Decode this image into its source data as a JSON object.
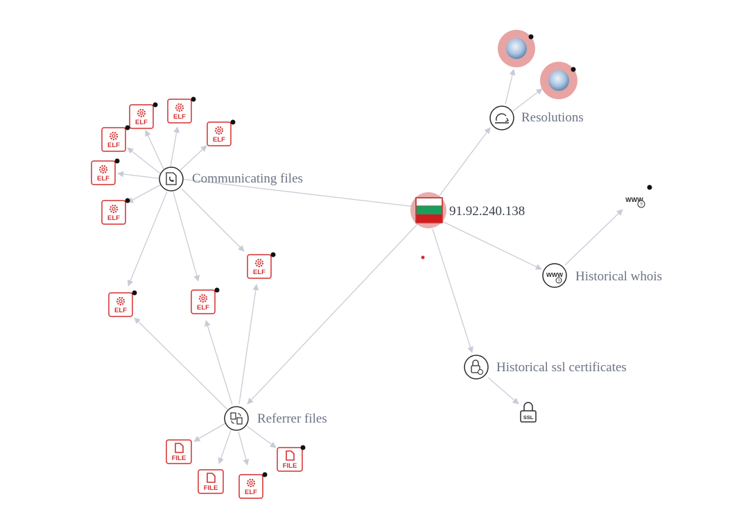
{
  "graph": {
    "center_ip": "91.92.240.138",
    "groups": {
      "communicating_files": "Communicating files",
      "referrer_files": "Referrer files",
      "resolutions": "Resolutions",
      "historical_whois": "Historical whois",
      "historical_ssl": "Historical ssl certificates"
    },
    "file_type_labels": {
      "elf": "ELF",
      "file": "FILE",
      "ssl": "SSL"
    },
    "colors": {
      "malicious": "#d32f2f",
      "edge": "#c7ccd6",
      "highlight_ring": "#e8a3a3",
      "flag_white": "#ffffff",
      "flag_green": "#1a9e5c",
      "flag_red": "#d01c1f"
    },
    "icons": {
      "communicating_files": "phone-file-icon",
      "referrer_files": "file-swap-icon",
      "resolutions": "resolution-cycle-icon",
      "historical_whois": "www-question-icon",
      "historical_ssl": "lock-cert-icon",
      "domain": "globe-icon",
      "whois_record": "www-question-icon",
      "ssl_cert": "ssl-lock-icon"
    }
  }
}
